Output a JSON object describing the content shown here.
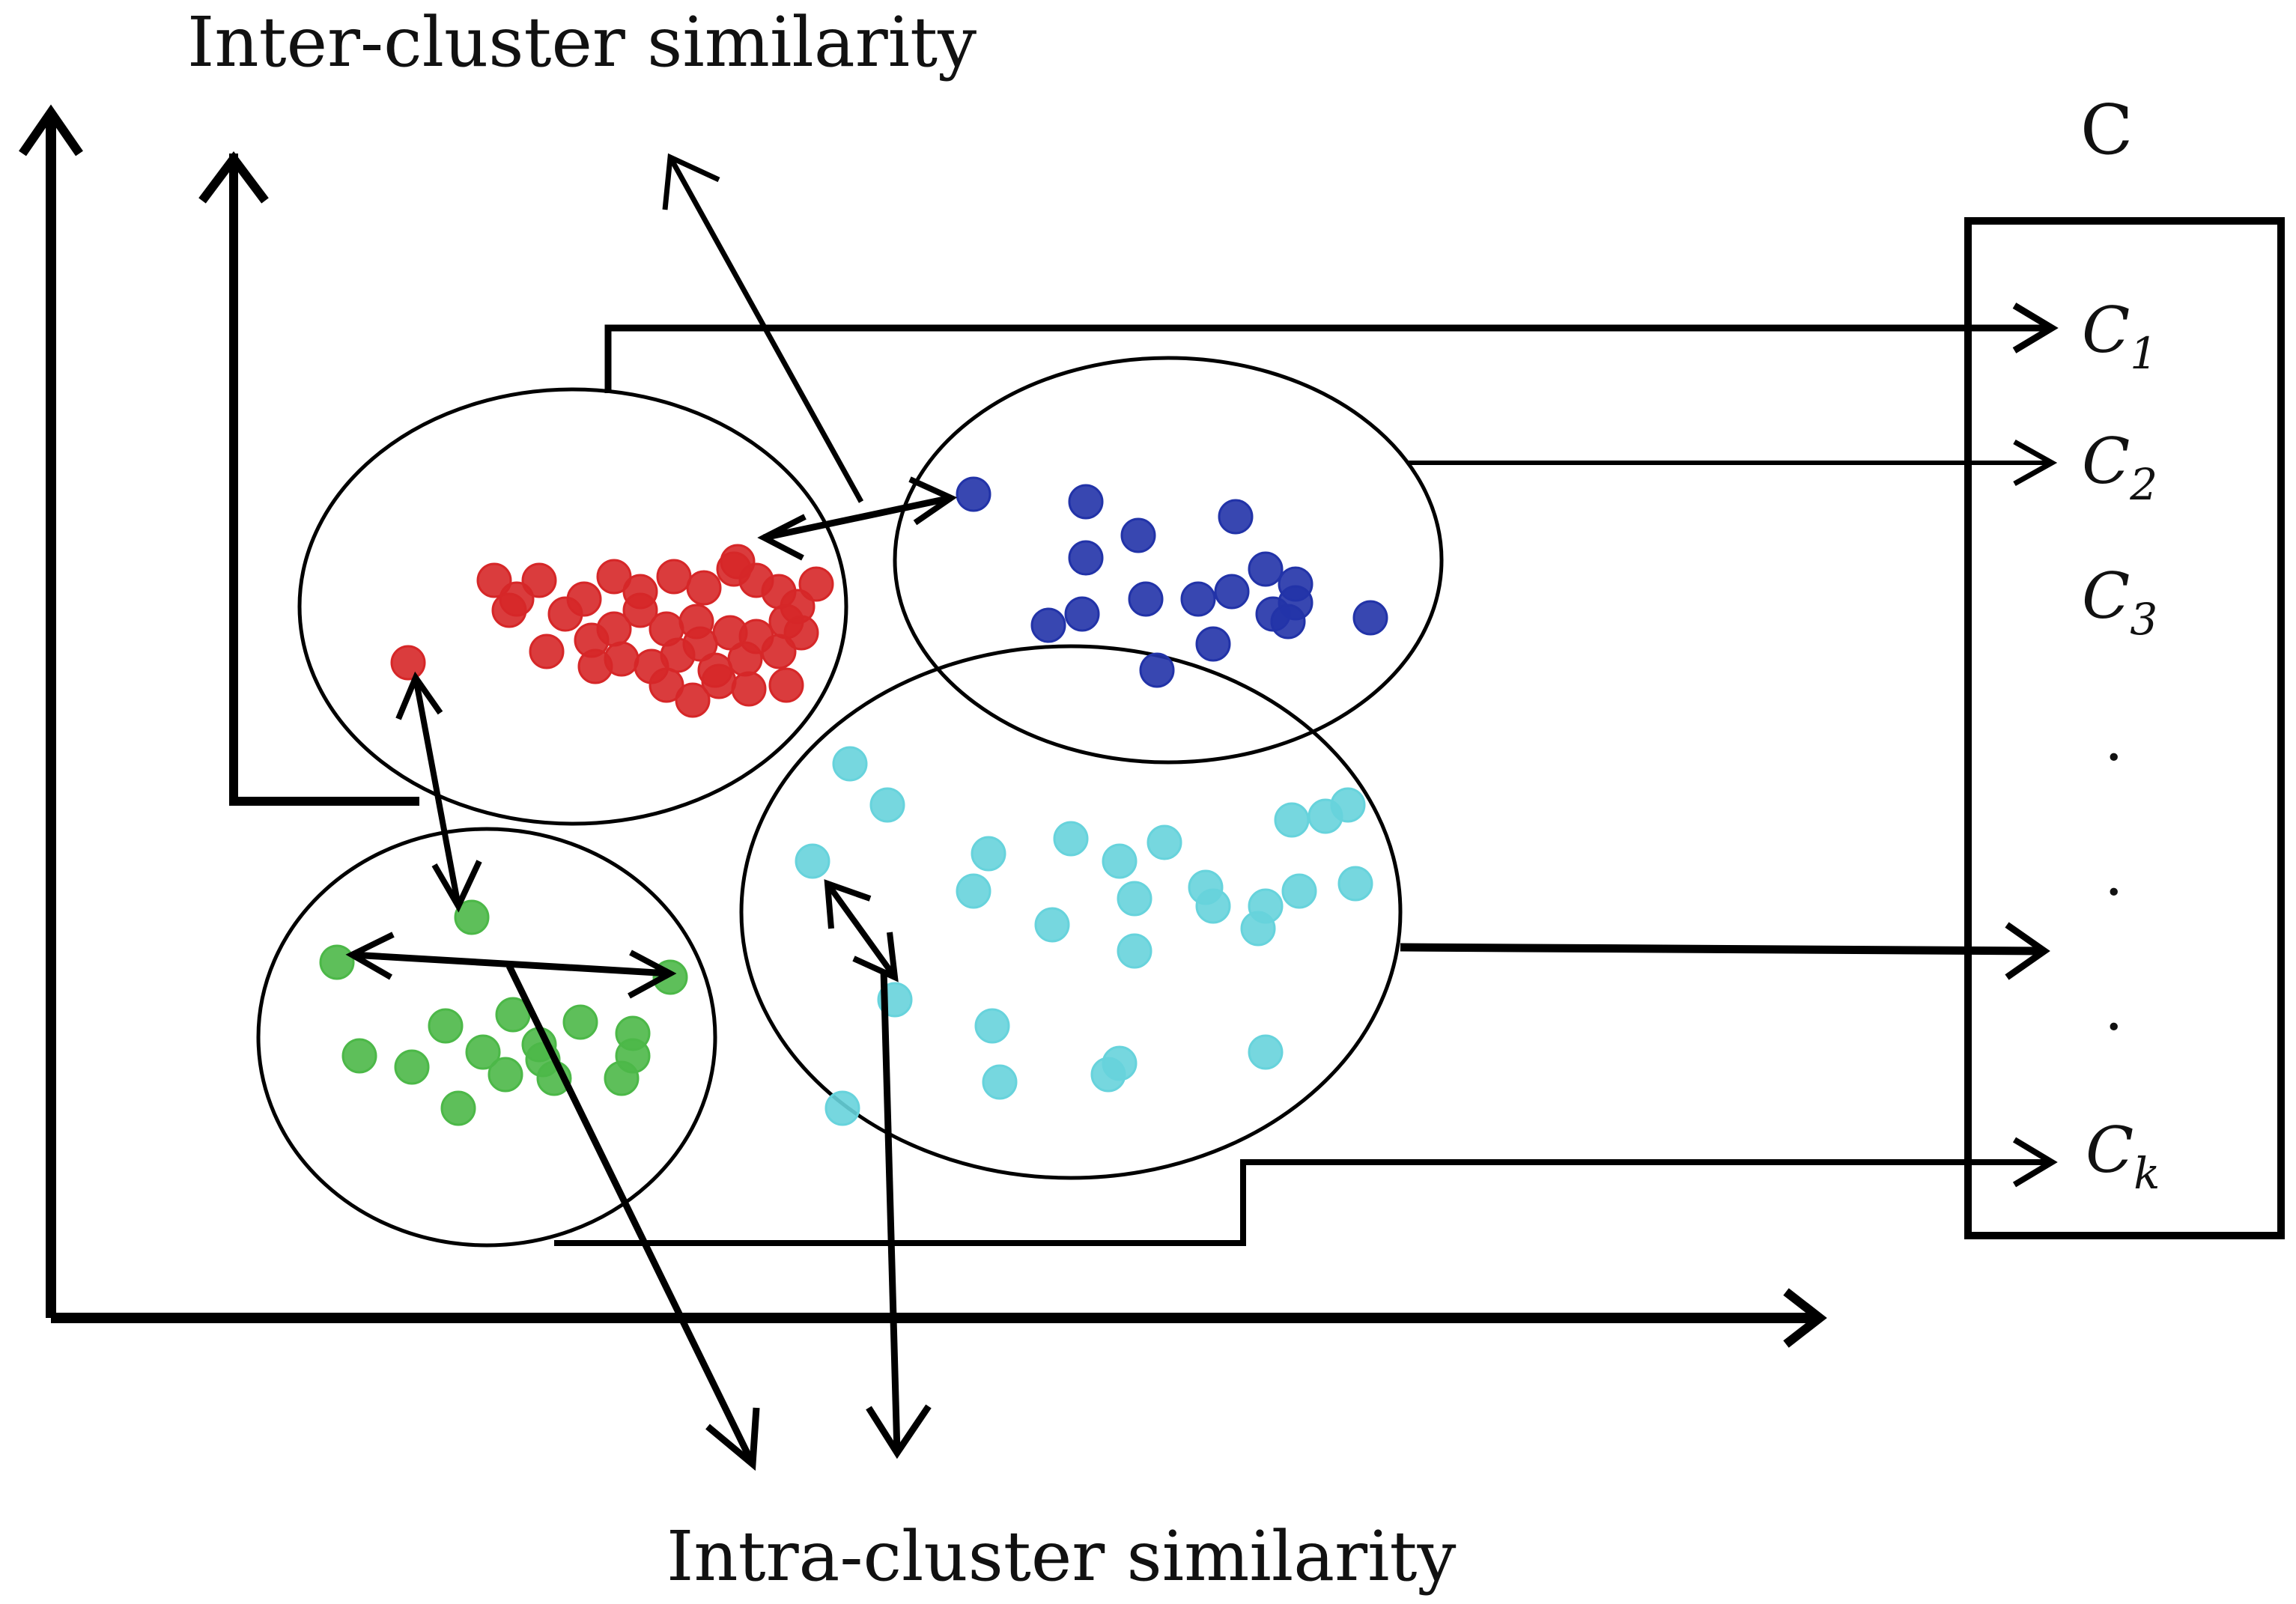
{
  "labels": {
    "inter_cluster": "Inter-cluster similarity",
    "intra_cluster": "Intra-cluster similarity",
    "container": "C",
    "dots": ".",
    "items": [
      {
        "base": "C",
        "sub": "1"
      },
      {
        "base": "C",
        "sub": "2"
      },
      {
        "base": "C",
        "sub": "3"
      },
      {
        "base": "C",
        "sub": "k"
      }
    ]
  },
  "colors": {
    "red_cluster": "#d62728",
    "blue_cluster": "#2233a8",
    "cyan_cluster": "#67d3dc",
    "green_cluster": "#4cb848",
    "lines": "#000000"
  }
}
